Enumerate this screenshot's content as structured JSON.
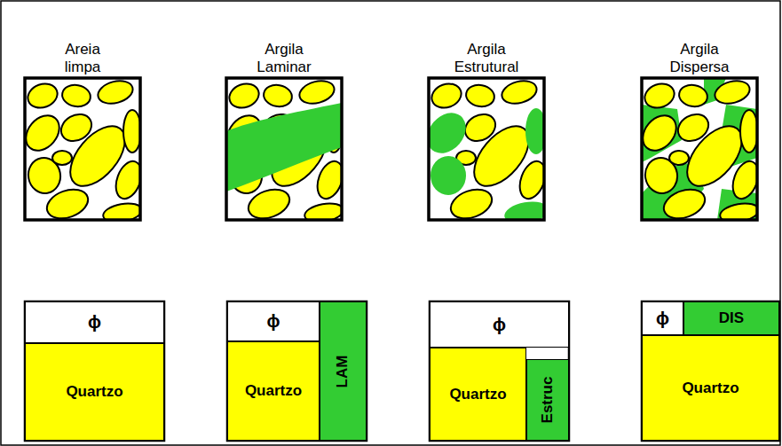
{
  "diagram": {
    "nodes": [
      {
        "text": [
          "ϕ"
        ]
      },
      {
        "text": [
          "Quartzo"
        ]
      },
      {
        "text": [
          "ϕ"
        ]
      },
      {
        "text": [
          "Quartzo"
        ]
      },
      {
        "text": [
          "LAM"
        ]
      },
      {
        "text": [
          "ϕ"
        ]
      },
      {
        "text": [
          "Quartzo"
        ]
      },
      {
        "text": [
          "Estruc"
        ]
      },
      {
        "text": [
          "ϕ"
        ]
      },
      {
        "text": [
          "DIS"
        ]
      },
      {
        "text": [
          "Quartzo"
        ]
      }
    ],
    "labels": [
      "Areia limpa",
      "Argila Laminar",
      "Argila Estrutural",
      "Argila Dispersa"
    ]
  }
}
